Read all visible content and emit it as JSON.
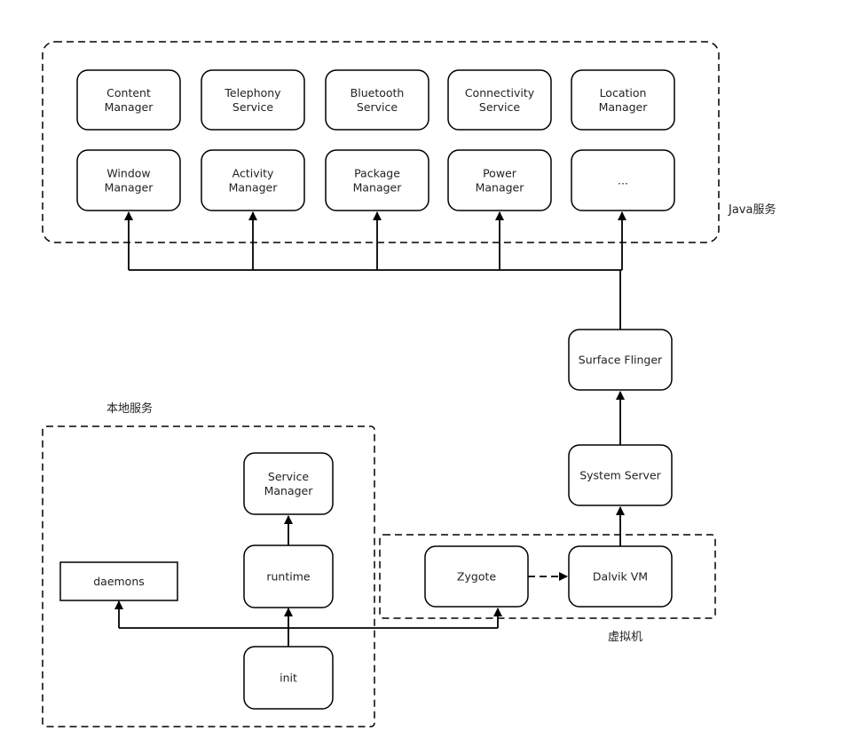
{
  "groups": {
    "java": {
      "label": "Java服务"
    },
    "native": {
      "label": "本地服务"
    },
    "vm": {
      "label": "虚拟机"
    }
  },
  "nodes": {
    "content_manager": {
      "lines": [
        "Content",
        "Manager"
      ]
    },
    "telephony_service": {
      "lines": [
        "Telephony",
        "Service"
      ]
    },
    "bluetooth_service": {
      "lines": [
        "Bluetooth",
        "Service"
      ]
    },
    "connectivity_service": {
      "lines": [
        "Connectivity",
        "Service"
      ]
    },
    "location_manager": {
      "lines": [
        "Location",
        "Manager"
      ]
    },
    "window_manager": {
      "lines": [
        "Window",
        "Manager"
      ]
    },
    "activity_manager": {
      "lines": [
        "Activity",
        "Manager"
      ]
    },
    "package_manager": {
      "lines": [
        "Package",
        "Manager"
      ]
    },
    "power_manager": {
      "lines": [
        "Power",
        "Manager"
      ]
    },
    "more": {
      "lines": [
        "..."
      ]
    },
    "surface_flinger": {
      "lines": [
        "Surface Flinger"
      ]
    },
    "system_server": {
      "lines": [
        "System Server"
      ]
    },
    "zygote": {
      "lines": [
        "Zygote"
      ]
    },
    "dalvik_vm": {
      "lines": [
        "Dalvik VM"
      ]
    },
    "service_manager": {
      "lines": [
        "Service",
        "Manager"
      ]
    },
    "runtime": {
      "lines": [
        "runtime"
      ]
    },
    "daemons": {
      "lines": [
        "daemons"
      ]
    },
    "init": {
      "lines": [
        "init"
      ]
    }
  }
}
